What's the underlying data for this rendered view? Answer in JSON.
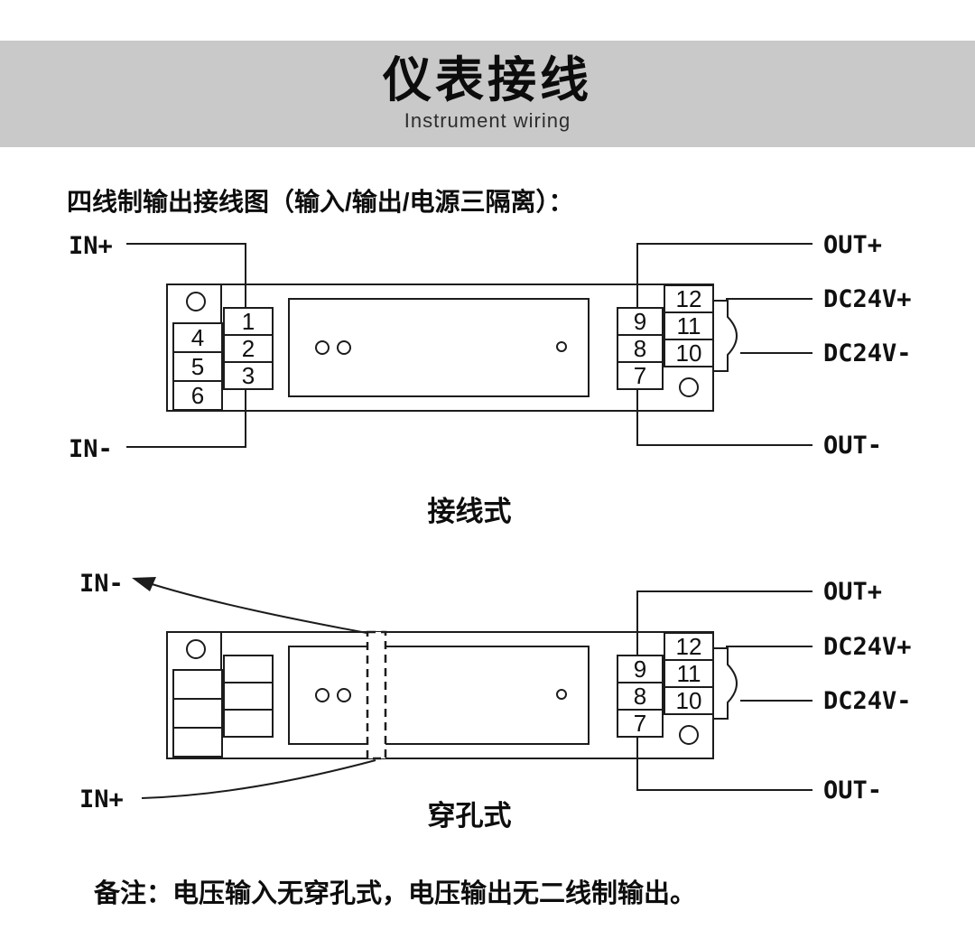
{
  "colors": {
    "header_bg": "#c9c9c9",
    "line": "#1c1c1c"
  },
  "header": {
    "title": "仪表接线",
    "subtitle": "Instrument wiring"
  },
  "intro": "四线制输出接线图（输入/输出/电源三隔离）：",
  "wiring_type": {
    "caption": "接线式",
    "in_plus": "IN+",
    "in_minus": "IN-",
    "out_plus": "OUT+",
    "dc24v_plus": "DC24V+",
    "dc24v_minus": "DC24V-",
    "out_minus": "OUT-",
    "left_inner_terminals": [
      "1",
      "2",
      "3"
    ],
    "left_outer_terminals": [
      "4",
      "5",
      "6"
    ],
    "right_inner_terminals": [
      "9",
      "8",
      "7"
    ],
    "right_outer_terminals": [
      "12",
      "11",
      "10"
    ]
  },
  "through_hole_type": {
    "caption": "穿孔式",
    "in_plus": "IN+",
    "in_minus": "IN-",
    "out_plus": "OUT+",
    "dc24v_plus": "DC24V+",
    "dc24v_minus": "DC24V-",
    "out_minus": "OUT-",
    "right_inner_terminals": [
      "9",
      "8",
      "7"
    ],
    "right_outer_terminals": [
      "12",
      "11",
      "10"
    ]
  },
  "note": "备注：电压输入无穿孔式，电压输出无二线制输出。"
}
